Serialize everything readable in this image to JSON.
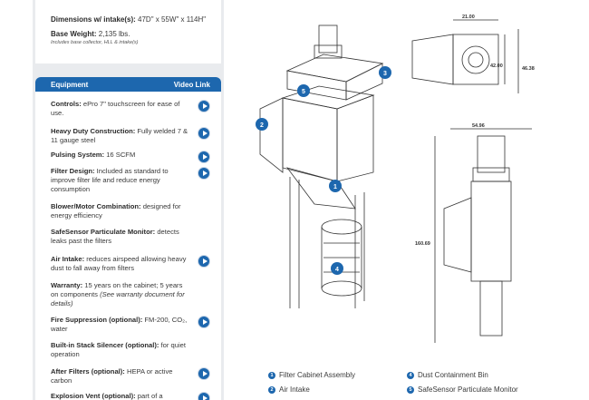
{
  "specs": {
    "dimensions_label": "Dimensions w/ intake(s):",
    "dimensions_value": "47D\" x 55W\" x 114H\"",
    "weight_label": "Base Weight:",
    "weight_value": "2,135 lbs.",
    "weight_note": "Includes base collector, HLL & intake(s)"
  },
  "equipment": {
    "header": "Equipment",
    "video_header": "Video Link",
    "items": [
      {
        "label": "Controls:",
        "text": "ePro 7\" touchscreen for ease of use.",
        "video": true
      },
      {
        "label": "Heavy Duty Construction:",
        "text": "Fully welded 7 & 11 gauge steel",
        "video": true
      },
      {
        "label": "Pulsing System:",
        "text": "16 SCFM",
        "video": true
      },
      {
        "label": "Filter Design:",
        "text": "Included as standard to improve filter life and reduce energy consumption",
        "video": true
      },
      {
        "label": "Blower/Motor Combination:",
        "text": "designed for energy efficiency",
        "video": false
      },
      {
        "label": "SafeSensor Particulate Monitor:",
        "text": "detects leaks past the filters",
        "video": false
      },
      {
        "label": "Air Intake:",
        "text": "reduces airspeed allowing heavy dust to fall away from filters",
        "video": true
      },
      {
        "label": "Warranty:",
        "text": "15 years on the cabinet; 5 years on components",
        "note": "(See warranty document for details)",
        "video": false
      },
      {
        "label": "Fire Suppression (optional):",
        "text": "FM-200, CO₂, water",
        "video": true
      },
      {
        "label": "Built-in Stack Silencer (optional):",
        "text": "for quiet operation",
        "video": false
      },
      {
        "label": "After Filters (optional):",
        "text": "HEPA or active carbon",
        "video": true
      },
      {
        "label": "Explosion Vent (optional):",
        "text": "part of a",
        "video": true
      }
    ]
  },
  "drawing": {
    "dims": {
      "top_width": "21.00",
      "side_height": "42.00",
      "overall_height": "46.38",
      "front_width": "54.96",
      "front_height": "160.69"
    },
    "callouts": [
      "1",
      "2",
      "3",
      "4",
      "5"
    ]
  },
  "legend": [
    {
      "num": "1",
      "text": "Filter Cabinet Assembly"
    },
    {
      "num": "2",
      "text": "Air Intake"
    },
    {
      "num": "4",
      "text": "Dust Containment Bin"
    },
    {
      "num": "5",
      "text": "SafeSensor Particulate Monitor"
    }
  ],
  "colors": {
    "accent": "#1d67ae",
    "panel_bg": "#e9ebee"
  }
}
